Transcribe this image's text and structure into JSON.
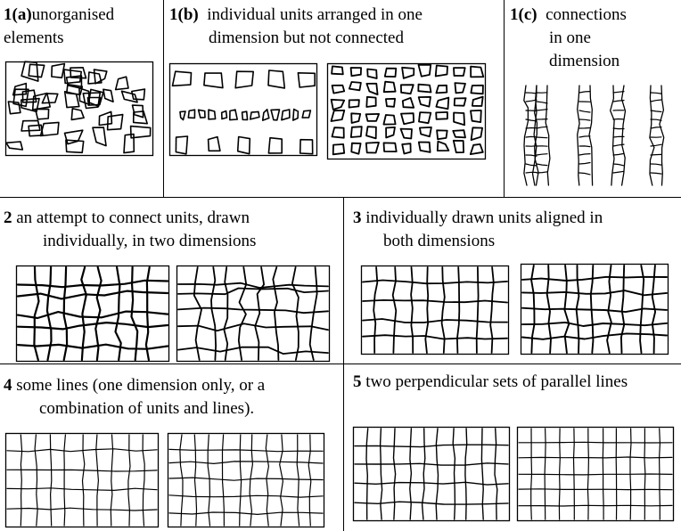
{
  "panels": [
    {
      "id": "1a",
      "number": "1(a)",
      "lines": [
        "unorganised",
        "elements"
      ]
    },
    {
      "id": "1b",
      "number": "1(b)",
      "lines": [
        "individual units arranged in one",
        "dimension but not connected"
      ]
    },
    {
      "id": "1c",
      "number": "1(c)",
      "lines": [
        "connections",
        "in one",
        "dimension"
      ]
    },
    {
      "id": "2",
      "number": "2",
      "lines": [
        "an attempt to connect units, drawn",
        "individually, in two dimensions"
      ]
    },
    {
      "id": "3",
      "number": "3",
      "lines": [
        "individually drawn units aligned in",
        "both dimensions"
      ]
    },
    {
      "id": "4",
      "number": "4",
      "lines": [
        "some lines (one dimension only, or a",
        "combination of units and lines)."
      ]
    },
    {
      "id": "5",
      "number": "5",
      "lines": [
        "two perpendicular sets of parallel lines"
      ]
    }
  ],
  "colors": {
    "ink": "#000000",
    "paper": "#ffffff"
  }
}
